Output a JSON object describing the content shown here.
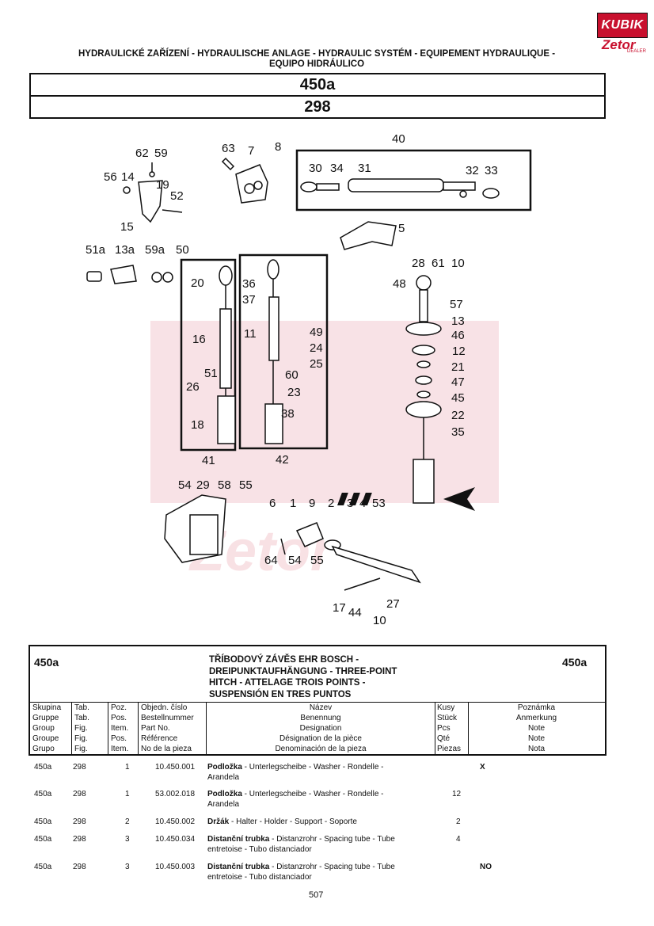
{
  "logo": {
    "brand": "KUBIK",
    "sub": "Zetor",
    "dealer": "DEALER"
  },
  "header": {
    "line1": "HYDRAULICKÉ ZAŘÍZENÍ - HYDRAULISCHE ANLAGE - HYDRAULIC SYSTÉM - EQUIPEMENT HYDRAULIQUE -",
    "line2": "EQUIPO HIDRÁULICO",
    "box1": "450a",
    "box2": "298"
  },
  "diagram": {
    "callouts": [
      "62",
      "59",
      "63",
      "7",
      "8",
      "40",
      "56",
      "14",
      "19",
      "30",
      "34",
      "31",
      "32",
      "33",
      "52",
      "15",
      "5",
      "51a",
      "13a",
      "59a",
      "50",
      "28",
      "61",
      "10",
      "20",
      "36",
      "48",
      "37",
      "57",
      "13",
      "16",
      "11",
      "49",
      "46",
      "24",
      "12",
      "25",
      "60",
      "21",
      "51",
      "47",
      "26",
      "23",
      "45",
      "38",
      "22",
      "18",
      "35",
      "41",
      "42",
      "54",
      "29",
      "58",
      "55",
      "6",
      "1",
      "9",
      "2",
      "3",
      "4",
      "53",
      "64",
      "54",
      "55",
      "17",
      "44",
      "27",
      "10"
    ]
  },
  "table": {
    "code_left": "450a",
    "code_right": "450a",
    "title": [
      "TŘÍBODOVÝ ZÁVĚS EHR BOSCH -",
      "DREIPUNKTAUFHÄNGUNG - THREE-POINT",
      "HITCH - ATTELAGE TROIS POINTS -",
      "SUSPENSIÓN EN TRES PUNTOS"
    ],
    "headers": {
      "skupina": [
        "Skupina",
        "Gruppe",
        "Group",
        "Groupe",
        "Grupo"
      ],
      "tab": [
        "Tab.",
        "Tab.",
        "Fig.",
        "Fig.",
        "Fig."
      ],
      "poz": [
        "Poz.",
        "Pos.",
        "Item.",
        "Pos.",
        "Item."
      ],
      "objedn": [
        "Objedn. číslo",
        "Bestellnummer",
        "Part No.",
        "Référence",
        "No de la pieza"
      ],
      "nazev": [
        "Název",
        "Benennung",
        "Designation",
        "Désignation de la pièce",
        "Denominación de la pieza"
      ],
      "kusy": [
        "Kusy",
        "Stück",
        "Pcs",
        "Qté",
        "Piezas"
      ],
      "poznamka": [
        "Poznámka",
        "Anmerkung",
        "Note",
        "Note",
        "Nota"
      ]
    },
    "rows": [
      {
        "group": "450a",
        "tab": "298",
        "pos": "1",
        "part": "10.450.001",
        "name_bold": "Podložka",
        "name_rest": " - Unterlegscheibe - Washer - Rondelle -",
        "name_line2": "Arandela",
        "qty": "",
        "note": "X"
      },
      {
        "group": "450a",
        "tab": "298",
        "pos": "1",
        "part": "53.002.018",
        "name_bold": "Podložka",
        "name_rest": " - Unterlegscheibe - Washer - Rondelle -",
        "name_line2": "Arandela",
        "qty": "12",
        "note": ""
      },
      {
        "group": "450a",
        "tab": "298",
        "pos": "2",
        "part": "10.450.002",
        "name_bold": "Držák",
        "name_rest": " - Halter - Holder - Support - Soporte",
        "name_line2": "",
        "qty": "2",
        "note": ""
      },
      {
        "group": "450a",
        "tab": "298",
        "pos": "3",
        "part": "10.450.034",
        "name_bold": "Distanční trubka",
        "name_rest": " - Distanzrohr - Spacing tube - Tube",
        "name_line2": "entretoise - Tubo distanciador",
        "qty": "4",
        "note": ""
      },
      {
        "group": "450a",
        "tab": "298",
        "pos": "3",
        "part": "10.450.003",
        "name_bold": "Distanční trubka",
        "name_rest": " - Distanzrohr - Spacing tube - Tube",
        "name_line2": "entretoise - Tubo distanciador",
        "qty": "",
        "note": "NO"
      }
    ]
  },
  "page_number": "507"
}
